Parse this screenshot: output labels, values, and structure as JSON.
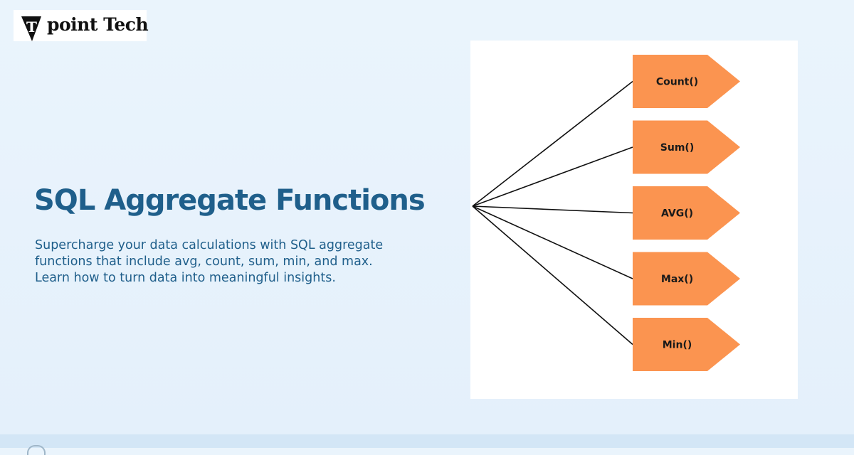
{
  "logo": {
    "initial": "T",
    "text": "point Tech"
  },
  "headline": "SQL Aggregate Functions",
  "description": {
    "line1": "Supercharge your data calculations with SQL aggregate",
    "line2": "functions that include avg, count, sum, min, and max.",
    "line3": "Learn how to turn data into meaningful insights."
  },
  "diagram": {
    "nodes": [
      "Count()",
      "Sum()",
      "AVG()",
      "Max()",
      "Min()"
    ],
    "node_color": "#fb9450",
    "line_color": "#111111"
  },
  "colors": {
    "background": "#e8f3fc",
    "accent": "#1f5f8b"
  }
}
